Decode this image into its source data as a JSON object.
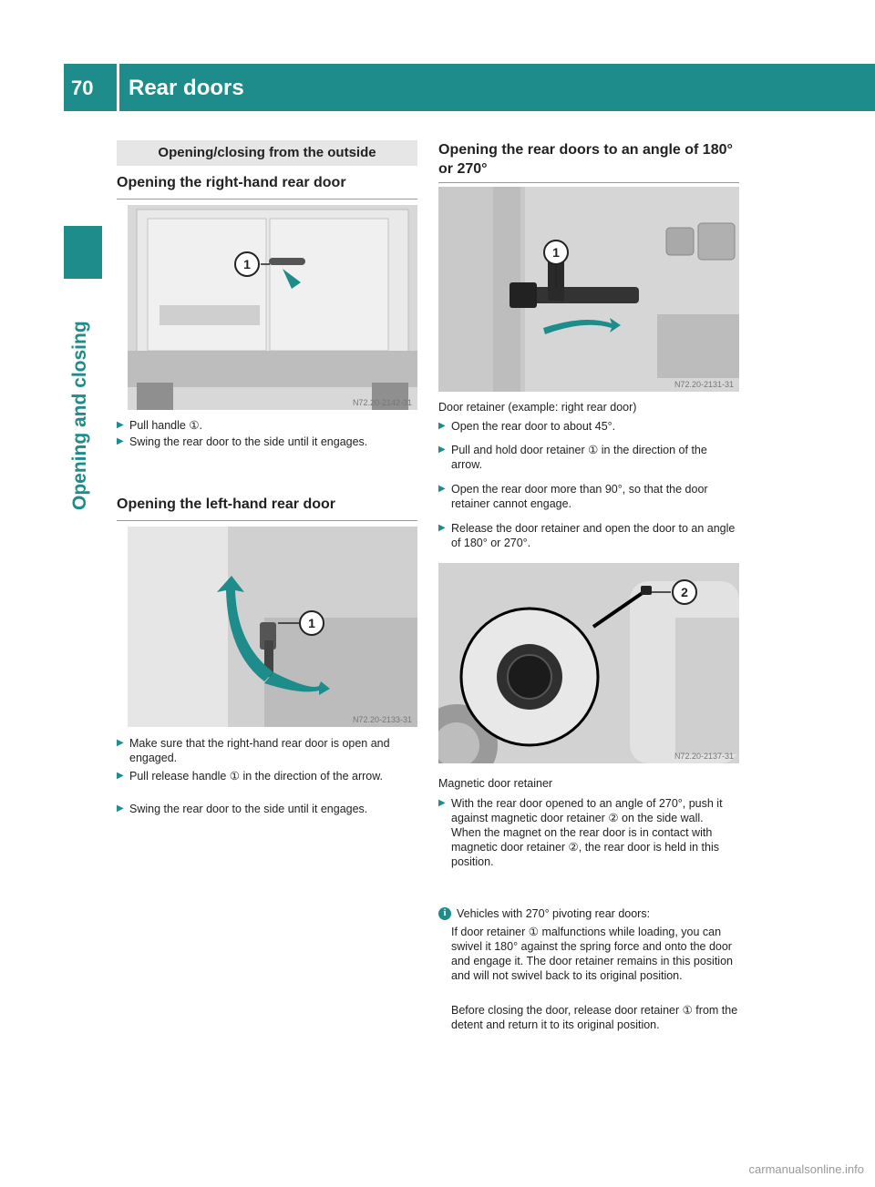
{
  "header": {
    "page_number": "70",
    "title": "Rear doors"
  },
  "side_tab": {
    "label": "Opening and closing"
  },
  "left": {
    "section_heading": "Opening/closing from the outside",
    "right_door": {
      "title": "Opening the right-hand rear door",
      "figure_code": "N72.20-2142-31",
      "callout": "1",
      "steps": [
        "Pull handle ①.",
        "Swing the rear door to the side until it engages."
      ]
    },
    "left_door": {
      "title": "Opening the left-hand rear door",
      "figure_code": "N72.20-2133-31",
      "callout": "1",
      "steps": [
        "Make sure that the right-hand rear door is open and engaged.",
        "Pull release handle ① in the direction of the arrow.",
        "Swing the rear door to the side until it engages."
      ]
    }
  },
  "right": {
    "title": "Opening the rear doors to an angle of 180° or 270°",
    "figure1_code": "N72.20-2131-31",
    "figure1_callout": "1",
    "figure1_caption": "Door retainer (example: right rear door)",
    "steps": [
      "Open the rear door to about 45°.",
      "Pull and hold door retainer ① in the direction of the arrow.",
      "Open the rear door more than 90°, so that the door retainer cannot engage.",
      "Release the door retainer and open the door to an angle of 180° or 270°."
    ],
    "figure2_code": "N72.20-2137-31",
    "figure2_callout": "2",
    "figure2_caption": "Magnetic door retainer",
    "step_magnet": "With the rear door opened to an angle of 270°, push it against magnetic door retainer ② on the side wall.",
    "step_magnet_detail": "When the magnet on the rear door is in contact with magnetic door retainer ②, the rear door is held in this position.",
    "info_title": "Vehicles with 270° pivoting rear doors:",
    "info_p1": "If door retainer ① malfunctions while loading, you can swivel it 180° against the spring force and onto the door and engage it. The door retainer remains in this position and will not swivel back to its original position.",
    "info_p2": "Before closing the door, release door retainer ① from the detent and return it to its original position."
  },
  "footer": "carmanualsonline.info",
  "colors": {
    "accent": "#1f8c8c",
    "heading_bg": "#e6e6e6"
  }
}
